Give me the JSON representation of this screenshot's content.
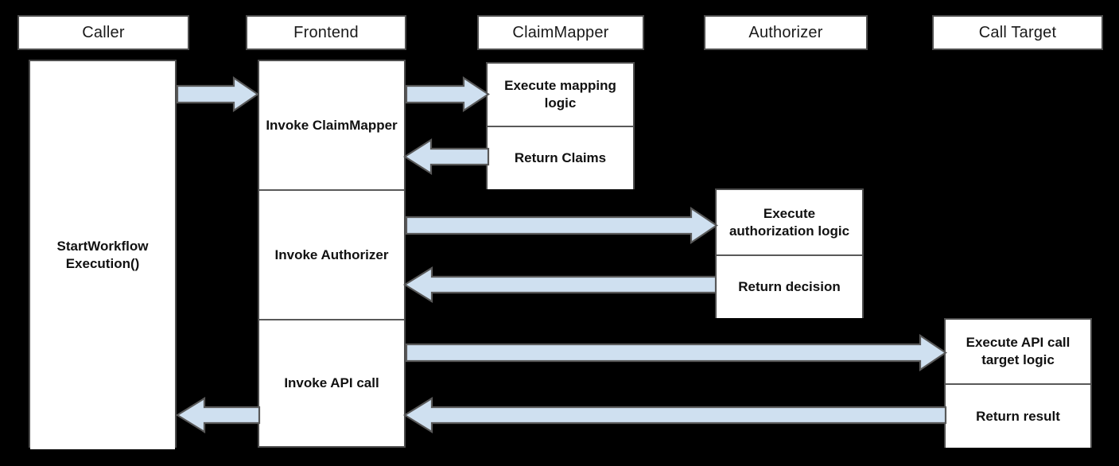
{
  "diagram": {
    "type": "sequence-diagram",
    "background_color": "#000000",
    "box_fill": "#ffffff",
    "box_border": "#4d4d4d",
    "arrow_fill": "#cfe0f0",
    "arrow_border": "#595959",
    "lifelines": [
      {
        "id": "caller",
        "label": "Caller"
      },
      {
        "id": "frontend",
        "label": "Frontend"
      },
      {
        "id": "claimmapper",
        "label": "ClaimMapper"
      },
      {
        "id": "authorizer",
        "label": "Authorizer"
      },
      {
        "id": "calltarget",
        "label": "Call Target"
      }
    ],
    "activations": {
      "caller": {
        "segments": [
          {
            "label": "StartWorkflow Execution()"
          }
        ]
      },
      "frontend": {
        "segments": [
          {
            "label": "Invoke ClaimMapper"
          },
          {
            "label": "Invoke Authorizer"
          },
          {
            "label": "Invoke API call"
          }
        ]
      },
      "claimmapper": {
        "segments": [
          {
            "label": "Execute mapping logic"
          },
          {
            "label": "Return Claims"
          }
        ]
      },
      "authorizer": {
        "segments": [
          {
            "label": "Execute authorization logic"
          },
          {
            "label": "Return decision"
          }
        ]
      },
      "calltarget": {
        "segments": [
          {
            "label": "Execute API call target logic"
          },
          {
            "label": "Return result"
          }
        ]
      }
    },
    "messages": [
      {
        "id": "m1",
        "from": "caller",
        "to": "frontend",
        "direction": "right"
      },
      {
        "id": "m2",
        "from": "frontend",
        "to": "claimmapper",
        "direction": "right"
      },
      {
        "id": "m3",
        "from": "claimmapper",
        "to": "frontend",
        "direction": "left"
      },
      {
        "id": "m4",
        "from": "frontend",
        "to": "authorizer",
        "direction": "right"
      },
      {
        "id": "m5",
        "from": "authorizer",
        "to": "frontend",
        "direction": "left"
      },
      {
        "id": "m6",
        "from": "frontend",
        "to": "calltarget",
        "direction": "right"
      },
      {
        "id": "m7",
        "from": "calltarget",
        "to": "frontend",
        "direction": "left"
      },
      {
        "id": "m8",
        "from": "frontend",
        "to": "caller",
        "direction": "left"
      }
    ]
  }
}
